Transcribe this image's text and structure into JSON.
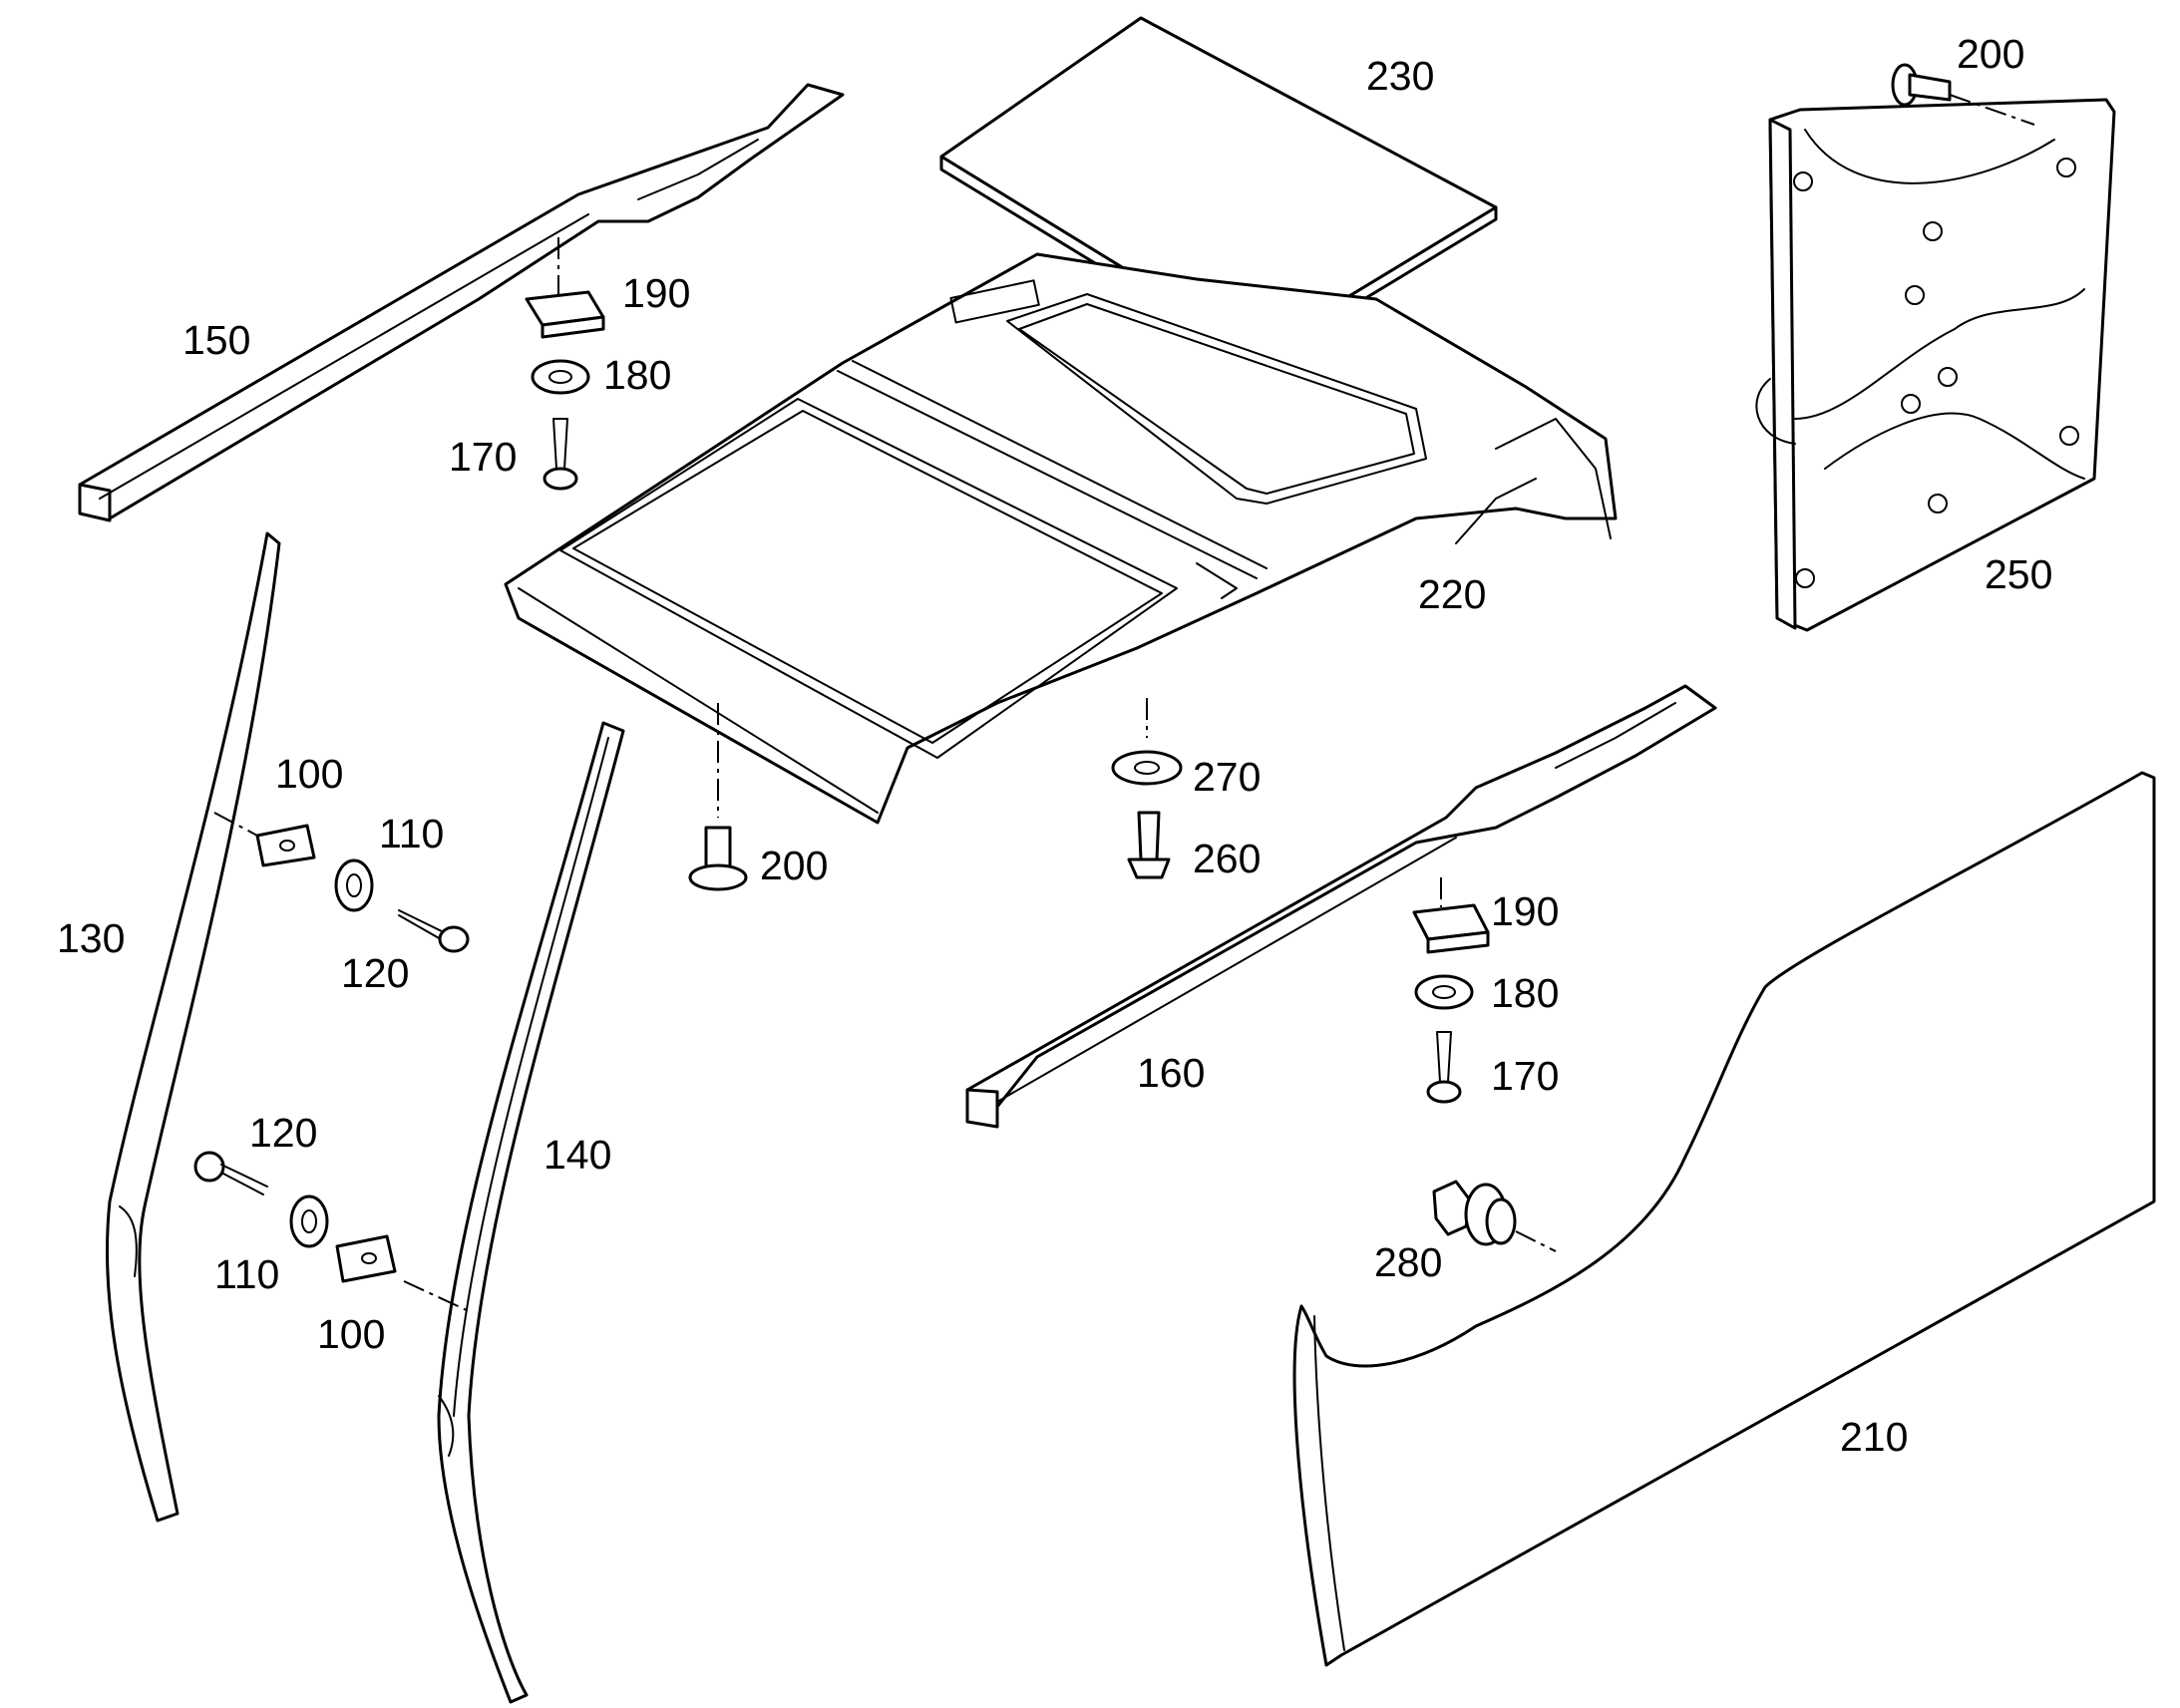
{
  "callouts": {
    "p230": "230",
    "p200_top": "200",
    "p190_top": "190",
    "p180_top": "180",
    "p170_top": "170",
    "p150": "150",
    "p220": "220",
    "p250": "250",
    "p100_top": "100",
    "p110_top": "110",
    "p120_top": "120",
    "p130": "130",
    "p200_mid": "200",
    "p270": "270",
    "p260": "260",
    "p190_bot": "190",
    "p180_bot": "180",
    "p170_bot": "170",
    "p160": "160",
    "p120_bot": "120",
    "p110_bot": "110",
    "p100_bot": "100",
    "p140": "140",
    "p280": "280",
    "p210": "210"
  }
}
